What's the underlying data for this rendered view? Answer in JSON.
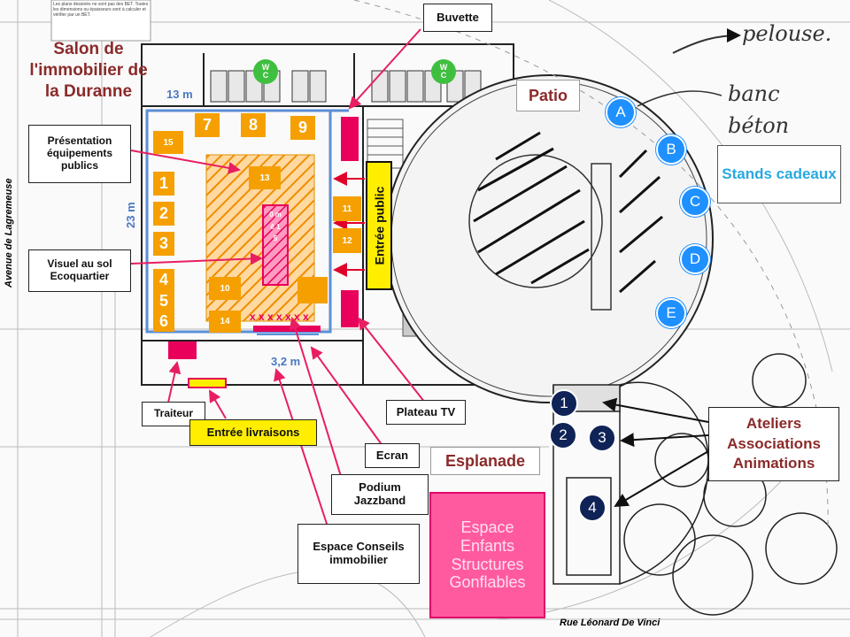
{
  "header_note": "Les plans dessinés ne sont pas des BET. Toutes les dimensions ou épaisseurs sont à calculer et vérifier par un BET.",
  "title": "Salon de l'immobilier de la Duranne",
  "dimensions": {
    "top": "13 m",
    "side": "23 m",
    "bottom": "3,2 m"
  },
  "streets": {
    "left": "Avenue de Lagremeuse",
    "bottom": "Rue Léonard De Vinci"
  },
  "zones": {
    "patio": "Patio",
    "esplanade": "Esplanade",
    "entree_public": "Entrée public",
    "espace_enfants": "Espace Enfants Structures Gonflables"
  },
  "callouts": {
    "buvette": "Buvette",
    "presentation": "Présentation équipements publics",
    "visuel": "Visuel au sol Ecoquartier",
    "traiteur": "Traiteur",
    "entree_livraisons": "Entrée livraisons",
    "plateau_tv": "Plateau TV",
    "ecran": "Ecran",
    "podium": "Podium Jazzband",
    "espace_conseils": "Espace Conseils immobilier",
    "stands_cadeaux": "Stands cadeaux",
    "ateliers": "Ateliers Associations Animations"
  },
  "stands_left": [
    "1",
    "2",
    "3",
    "4",
    "5",
    "6"
  ],
  "stands_top": [
    "7",
    "8",
    "9"
  ],
  "stands_boxes": {
    "s10": "10",
    "s11": "11",
    "s12": "12",
    "s13": "13",
    "s14": "14",
    "s15": "15"
  },
  "center_vertical": "0 m ê 1 5",
  "wc": {
    "letters_top": "W",
    "letters_bottom": "C"
  },
  "patio_stands": [
    "A",
    "B",
    "C",
    "D",
    "E"
  ],
  "ateliers_numbers": [
    "1",
    "2",
    "3",
    "4"
  ],
  "handwritten": {
    "pelouse": "pelouse.",
    "banc": "banc",
    "beton": "béton"
  },
  "stage_marks": "x x x x x x x"
}
